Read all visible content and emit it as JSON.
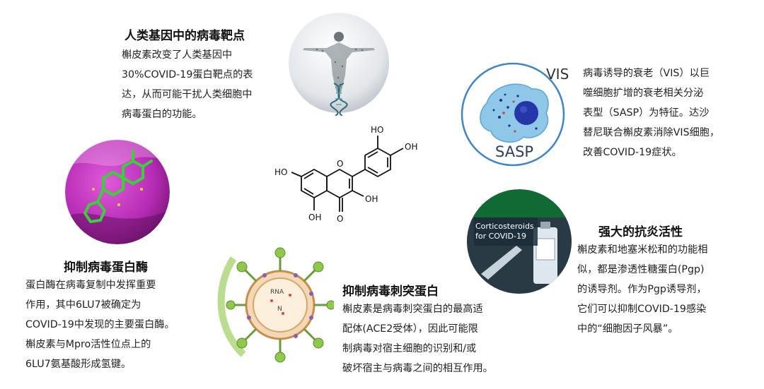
{
  "sections": {
    "target": {
      "title": "人类基因中的病毒靶点",
      "lines": [
        "槲皮素改变了人类基因中",
        "30%COVID-19蛋白靶点的表",
        "达，从而可能干扰人类细胞中",
        "病毒蛋白的功能。"
      ]
    },
    "vis": {
      "lines": [
        "病毒诱导的衰老（VIS）以巨",
        "噬细胞扩增的衰老相关分泌",
        "表型（SASP）为特征。达沙",
        "替尼联合槲皮素消除VIS细胞，",
        "改善COVID-19症状。"
      ]
    },
    "anti": {
      "title": "强大的抗炎活性",
      "lines": [
        "槲皮素和地塞米松和的功能相",
        "似，都是渗透性糖蛋白(Pgp)",
        "的诱导剂。作为Pgp诱导剂，",
        "它们可以抑制COVID-19感染",
        "中的“细胞因子风暴”。"
      ]
    },
    "protease": {
      "title": "抑制病毒蛋白酶",
      "lines": [
        "蛋白酶在病毒复制中发挥重要",
        "作用，其中6LU7被确定为",
        "COVID-19中发现的主要蛋白酶。",
        "槲皮素与Mpro活性位点上的",
        "6LU7氨基酸形成氢键。"
      ]
    },
    "spike": {
      "title": "抑制病毒刺突蛋白",
      "lines": [
        "槲皮素是病毒刺突蛋白的最高适",
        "配体(ACE2受体），因此可能限",
        "制病毒对宿主细胞的识别和/或",
        "破坏宿主与病毒之间的相互作用。"
      ]
    }
  },
  "image_labels": {
    "vis": "VIS",
    "sasp": "SASP",
    "cortico_line1": "Corticosteroids",
    "cortico_line2": "for COVID-19",
    "rna": "RNA",
    "n": "N"
  },
  "molecule_labels": {
    "oh_top": "HO",
    "oh_right_top": "OH",
    "ho_left": "HO",
    "oh_mid": "OH",
    "oh_bottom": "OH",
    "o_ring": "O",
    "o_carbonyl": "O"
  },
  "colors": {
    "text": "#222222",
    "vis_circle": "#3f86c8",
    "protein_surface": "#b62bb5",
    "ligand": "#3ccf3c",
    "cortico_bg": "#0f6a33"
  }
}
